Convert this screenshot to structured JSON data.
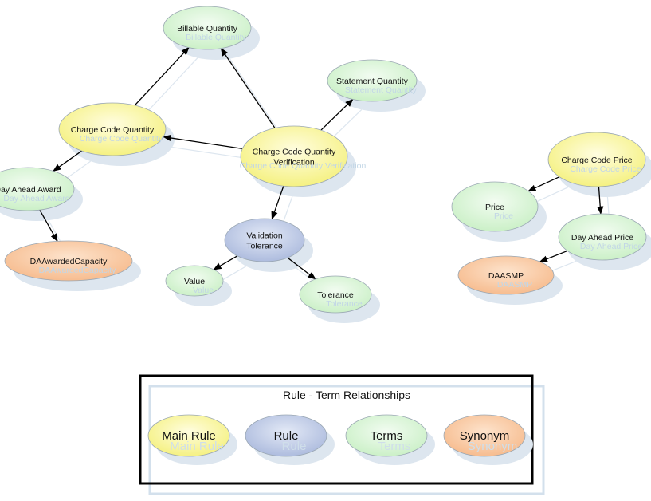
{
  "nodes": [
    {
      "id": "billable_quantity",
      "label": [
        "Billable Quantity"
      ],
      "ghost": "Billable Quantity",
      "kind": "term"
    },
    {
      "id": "statement_quantity",
      "label": [
        "Statement Quantity"
      ],
      "ghost": "Statement Quantity",
      "kind": "term"
    },
    {
      "id": "charge_code_quantity",
      "label": [
        "Charge Code Quantity"
      ],
      "ghost": "Charge Code Quantity",
      "kind": "main_rule"
    },
    {
      "id": "cc_quantity_verification",
      "label": [
        "Charge Code Quantity",
        "Verification"
      ],
      "ghost": "Charge Code Quantity Verification",
      "kind": "main_rule"
    },
    {
      "id": "day_ahead_award",
      "label": [
        "Day Ahead Award"
      ],
      "ghost": "Day Ahead Award",
      "kind": "term"
    },
    {
      "id": "da_awarded_capacity",
      "label": [
        "DAAwardedCapacity"
      ],
      "ghost": "DAAwardedCapacity",
      "kind": "synonym"
    },
    {
      "id": "validation_tolerance",
      "label": [
        "Validation",
        "Tolerance"
      ],
      "ghost": "",
      "kind": "rule"
    },
    {
      "id": "value",
      "label": [
        "Value"
      ],
      "ghost": "Value",
      "kind": "term"
    },
    {
      "id": "tolerance",
      "label": [
        "Tolerance"
      ],
      "ghost": "Tolerance",
      "kind": "term"
    },
    {
      "id": "charge_code_price",
      "label": [
        "Charge Code Price"
      ],
      "ghost": "Charge Code Price",
      "kind": "main_rule"
    },
    {
      "id": "price",
      "label": [
        "Price"
      ],
      "ghost": "Price",
      "kind": "term"
    },
    {
      "id": "day_ahead_price",
      "label": [
        "Day Ahead Price"
      ],
      "ghost": "Day Ahead Price",
      "kind": "term"
    },
    {
      "id": "daasmp",
      "label": [
        "DAASMP"
      ],
      "ghost": "DAASMP",
      "kind": "synonym"
    }
  ],
  "edges": [
    {
      "from": "charge_code_quantity",
      "to": "billable_quantity"
    },
    {
      "from": "cc_quantity_verification",
      "to": "billable_quantity"
    },
    {
      "from": "cc_quantity_verification",
      "to": "statement_quantity"
    },
    {
      "from": "cc_quantity_verification",
      "to": "charge_code_quantity"
    },
    {
      "from": "charge_code_quantity",
      "to": "day_ahead_award"
    },
    {
      "from": "day_ahead_award",
      "to": "da_awarded_capacity"
    },
    {
      "from": "cc_quantity_verification",
      "to": "validation_tolerance"
    },
    {
      "from": "validation_tolerance",
      "to": "value"
    },
    {
      "from": "validation_tolerance",
      "to": "tolerance"
    },
    {
      "from": "charge_code_price",
      "to": "price"
    },
    {
      "from": "charge_code_price",
      "to": "day_ahead_price"
    },
    {
      "from": "day_ahead_price",
      "to": "daasmp"
    }
  ],
  "legend": {
    "title": "Rule - Term Relationships",
    "items": [
      {
        "label": "Main Rule",
        "kind": "main_rule"
      },
      {
        "label": "Rule",
        "kind": "rule"
      },
      {
        "label": "Terms",
        "kind": "term"
      },
      {
        "label": "Synonym",
        "kind": "synonym"
      }
    ]
  },
  "colors": {
    "main_rule": "#f4f07a",
    "rule": "#a9b8dc",
    "term": "#c8efc4",
    "synonym": "#f6b98a",
    "shadow": "#dde6ef",
    "ghost_text": "#c2d6e6",
    "edge": "#000000"
  }
}
